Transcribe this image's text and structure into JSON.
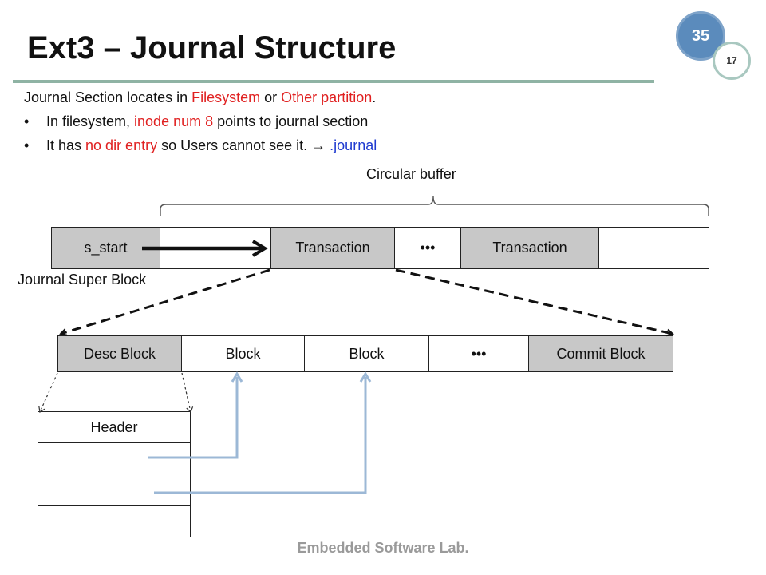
{
  "slide": {
    "title": "Ext3 – Journal Structure",
    "page_number": "35",
    "sub_number": "17",
    "footer": "Embedded Software Lab."
  },
  "intro": {
    "p1": "Journal Section locates in ",
    "p2": "Filesystem",
    "p3": " or ",
    "p4": "Other partition",
    "p5": "."
  },
  "bullets": [
    {
      "pre": "In filesystem, ",
      "hl": "inode num 8",
      "post": " points to journal section"
    },
    {
      "pre": "It has ",
      "hl": "no dir entry",
      "post": " so Users cannot see it.  →  ",
      "tail": ".journal"
    }
  ],
  "bullet_glyph": "•",
  "labels": {
    "circular_buffer": "Circular buffer",
    "journal_super_block": "Journal Super Block"
  },
  "journal_row": [
    "s_start",
    "",
    "Transaction",
    "•••",
    "Transaction",
    ""
  ],
  "transaction_row": [
    "Desc Block",
    "Block",
    "Block",
    "•••",
    "Commit Block"
  ],
  "header_table": [
    "Header",
    "",
    "",
    ""
  ],
  "colors": {
    "highlight_red": "#e02020",
    "highlight_blue": "#1f3bd0",
    "block_grey": "#c8c8c8",
    "pointer_arrow": "#9cb8d6",
    "badge_blue": "#5b8bbc"
  }
}
